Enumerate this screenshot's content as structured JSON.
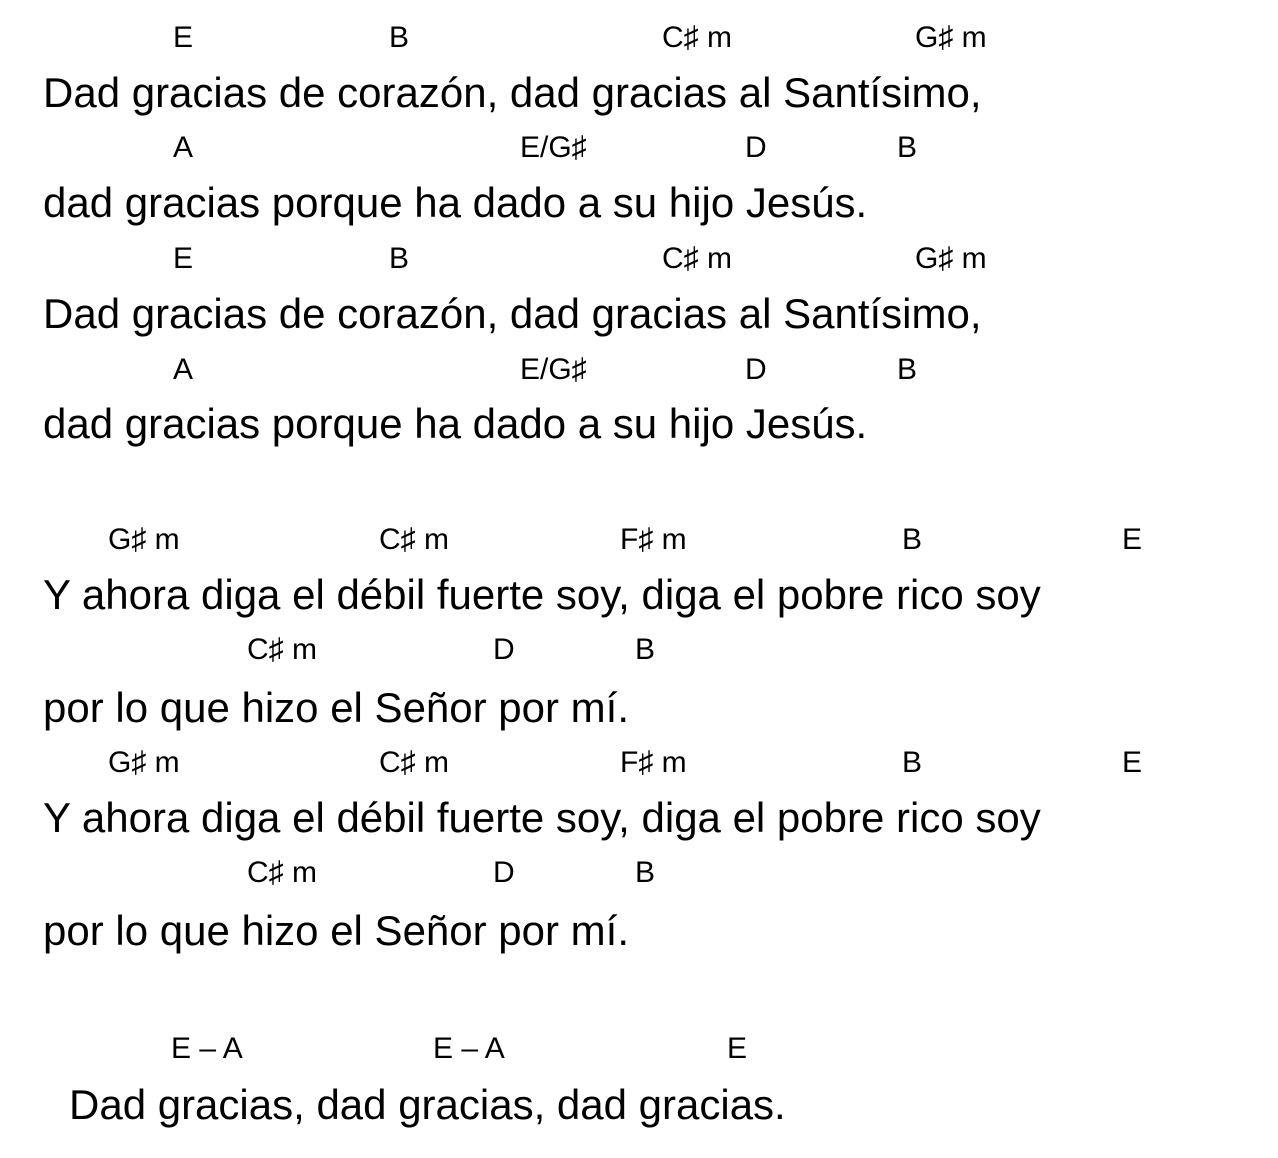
{
  "song": {
    "stanzas": [
      {
        "lines": [
          {
            "chords": [
              "E",
              "B",
              "C♯ m",
              "G♯ m"
            ],
            "lyric": "Dad gracias de corazón, dad gracias al Santísimo,"
          },
          {
            "chords": [
              "A",
              "E/G♯",
              "D",
              "B"
            ],
            "lyric": "dad gracias porque ha dado a su hijo Jesús."
          },
          {
            "chords": [
              "E",
              "B",
              "C♯ m",
              "G♯ m"
            ],
            "lyric": "Dad gracias de corazón, dad gracias al Santísimo,"
          },
          {
            "chords": [
              "A",
              "E/G♯",
              "D",
              "B"
            ],
            "lyric": "dad gracias porque ha dado a su hijo Jesús."
          }
        ]
      },
      {
        "lines": [
          {
            "chords": [
              "G♯ m",
              "C♯ m",
              "F♯ m",
              "B",
              "E"
            ],
            "lyric": "Y ahora diga el débil fuerte soy, diga el pobre rico soy"
          },
          {
            "chords": [
              "C♯ m",
              "D",
              "B"
            ],
            "lyric": "por lo que hizo el Señor por mí."
          },
          {
            "chords": [
              "G♯ m",
              "C♯ m",
              "F♯ m",
              "B",
              "E"
            ],
            "lyric": "Y ahora diga el débil fuerte soy, diga el pobre rico soy"
          },
          {
            "chords": [
              "C♯ m",
              "D",
              "B"
            ],
            "lyric": "por lo que hizo el Señor por mí."
          }
        ]
      },
      {
        "lines": [
          {
            "chords": [
              "E – A",
              "E – A",
              "E"
            ],
            "lyric": "Dad gracias, dad gracias, dad gracias."
          }
        ]
      }
    ]
  }
}
